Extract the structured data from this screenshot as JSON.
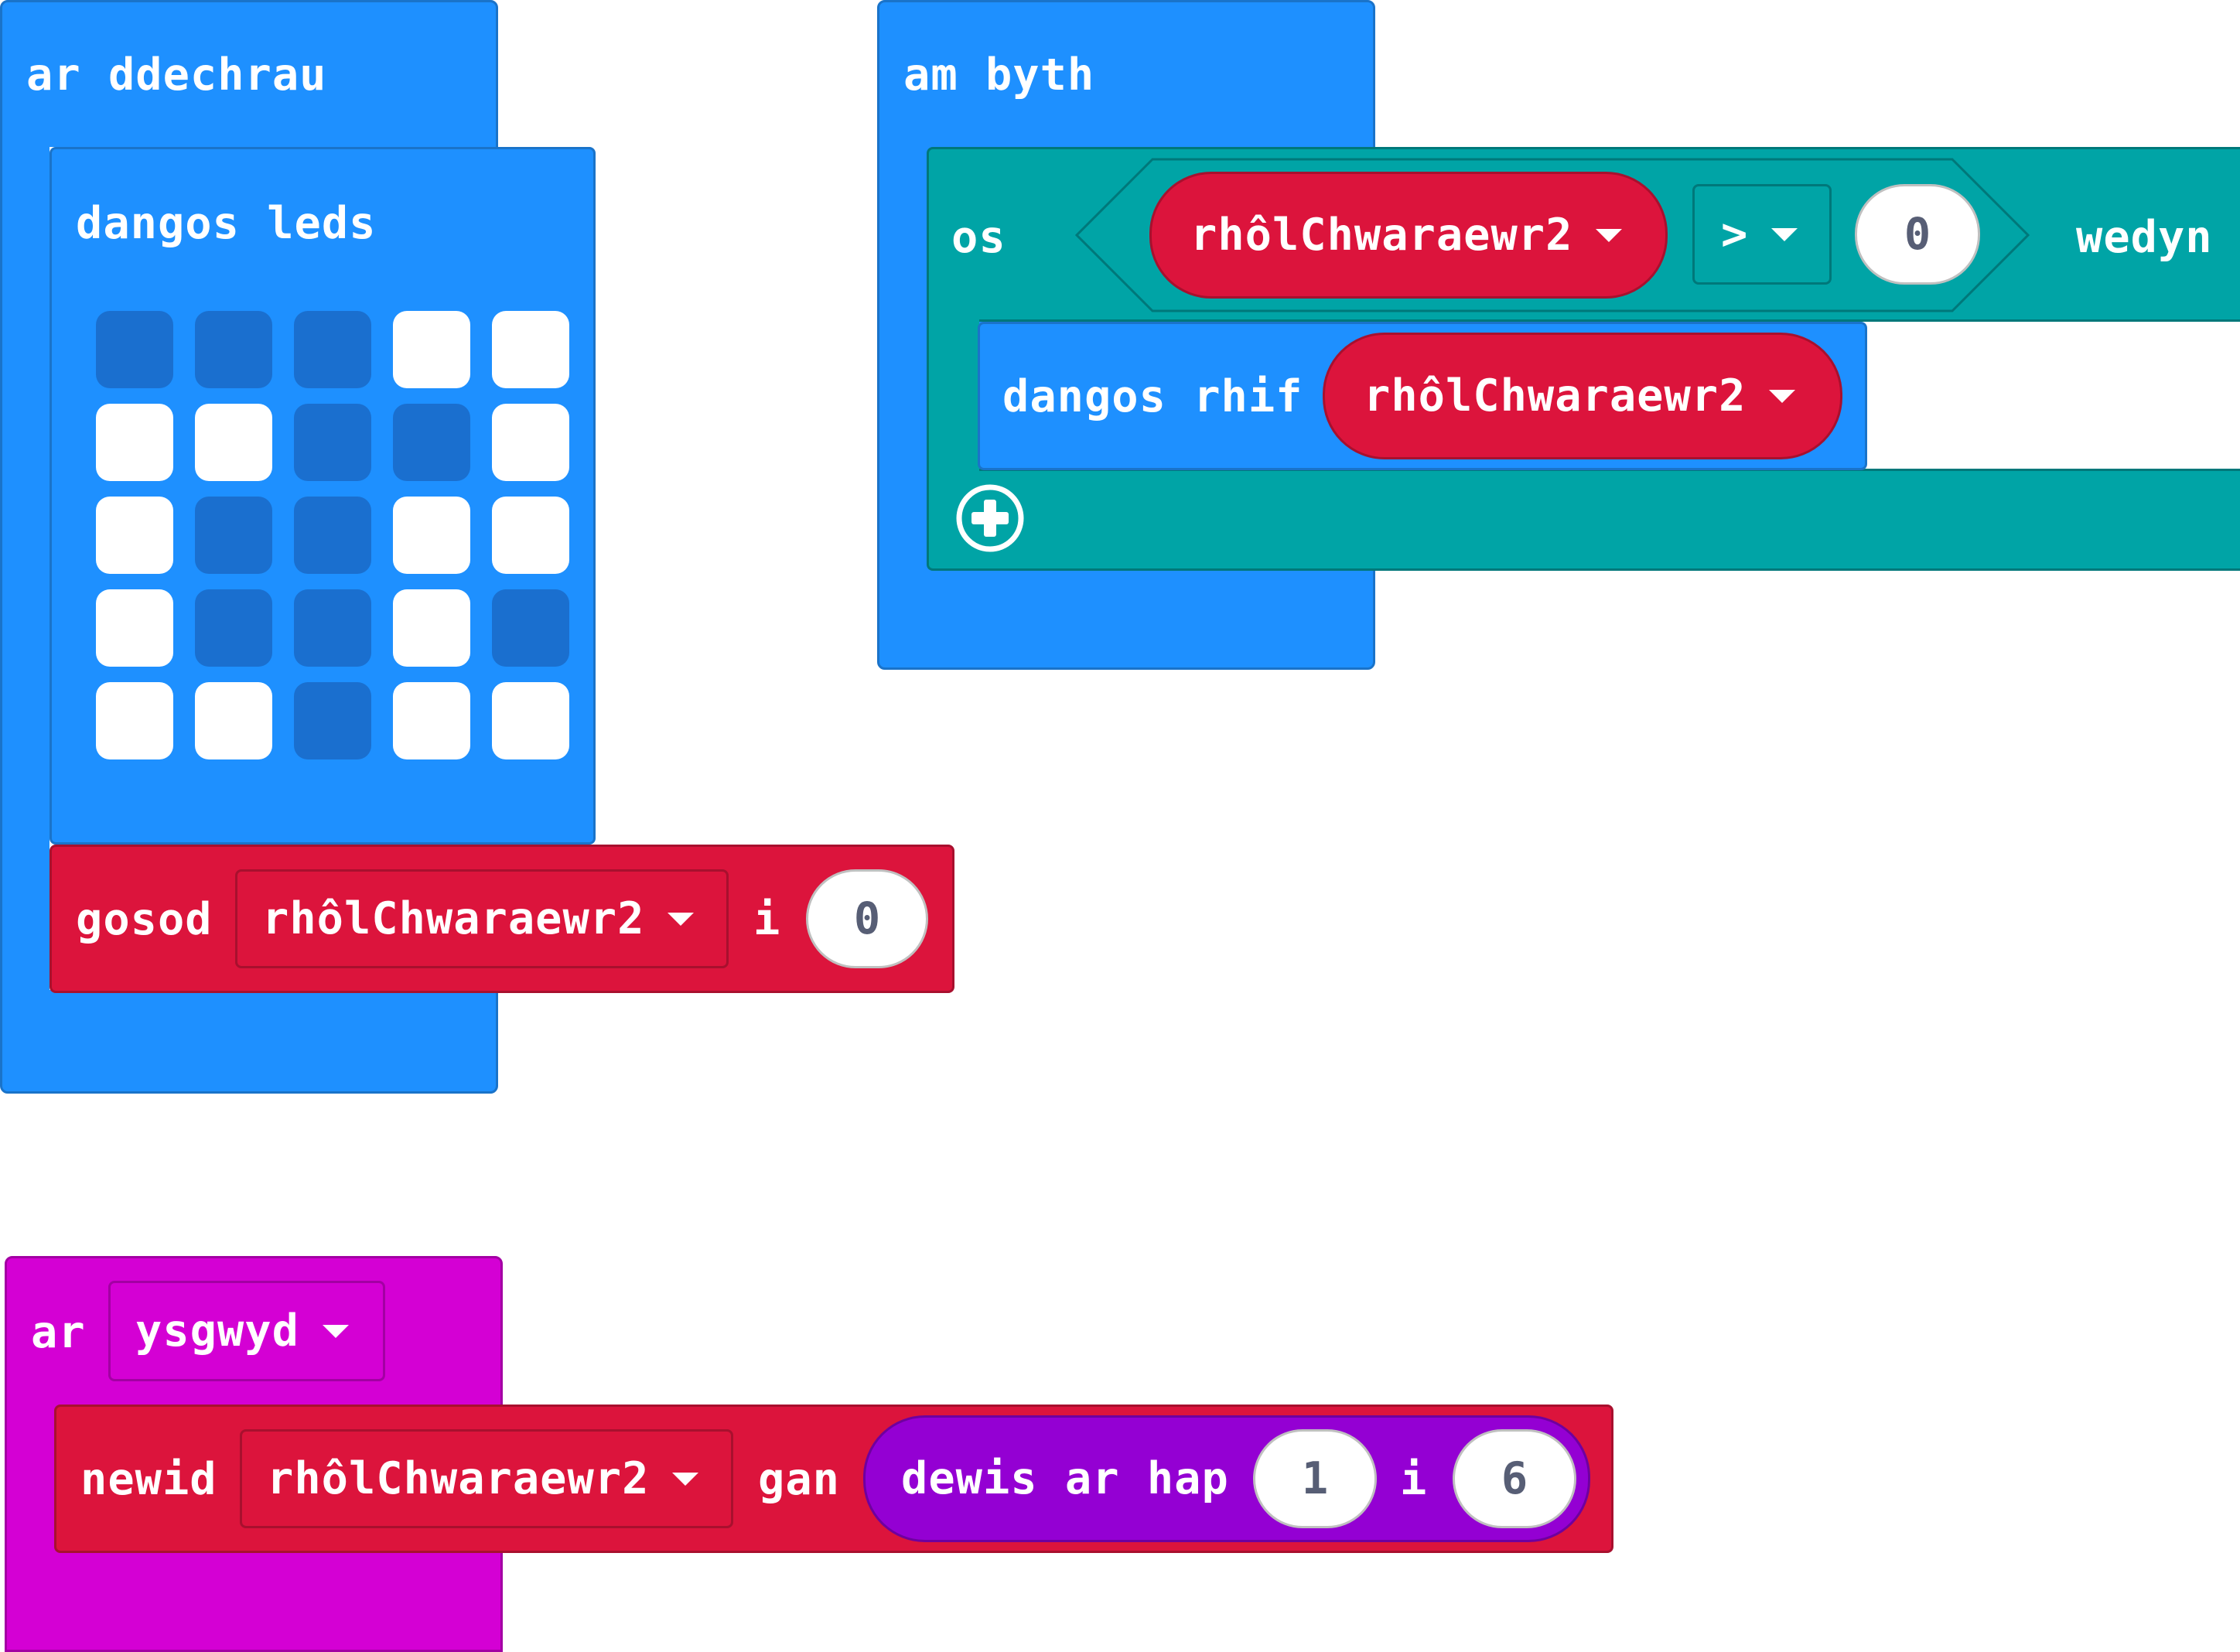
{
  "on_start": {
    "hat_label": "ar ddechrau",
    "show_leds_label": "dangos leds",
    "leds": [
      [
        0,
        0,
        0,
        1,
        1
      ],
      [
        1,
        1,
        0,
        0,
        1
      ],
      [
        1,
        0,
        0,
        1,
        1
      ],
      [
        1,
        0,
        0,
        1,
        0
      ],
      [
        1,
        1,
        0,
        1,
        1
      ]
    ],
    "set_label": "gosod",
    "set_variable": "rhôlChwaraewr2",
    "set_to_label": "i",
    "set_value": "0"
  },
  "forever": {
    "hat_label": "am byth",
    "if_label": "os",
    "condition_variable": "rhôlChwaraewr2",
    "operator": ">",
    "compare_value": "0",
    "then_label": "wedyn",
    "show_number_label": "dangos rhif",
    "show_number_variable": "rhôlChwaraewr2"
  },
  "on_shake": {
    "hat_label": "ar",
    "event_option": "ysgwyd",
    "change_label": "newid",
    "change_variable": "rhôlChwaraewr2",
    "by_label": "gan",
    "random_label": "dewis ar hap",
    "random_from": "1",
    "random_to_label": "i",
    "random_to": "6"
  },
  "colors": {
    "basic": "#1e90ff",
    "variables": "#dc143c",
    "logic": "#00a4a6",
    "input": "#d400d4",
    "math": "#9400d3"
  }
}
